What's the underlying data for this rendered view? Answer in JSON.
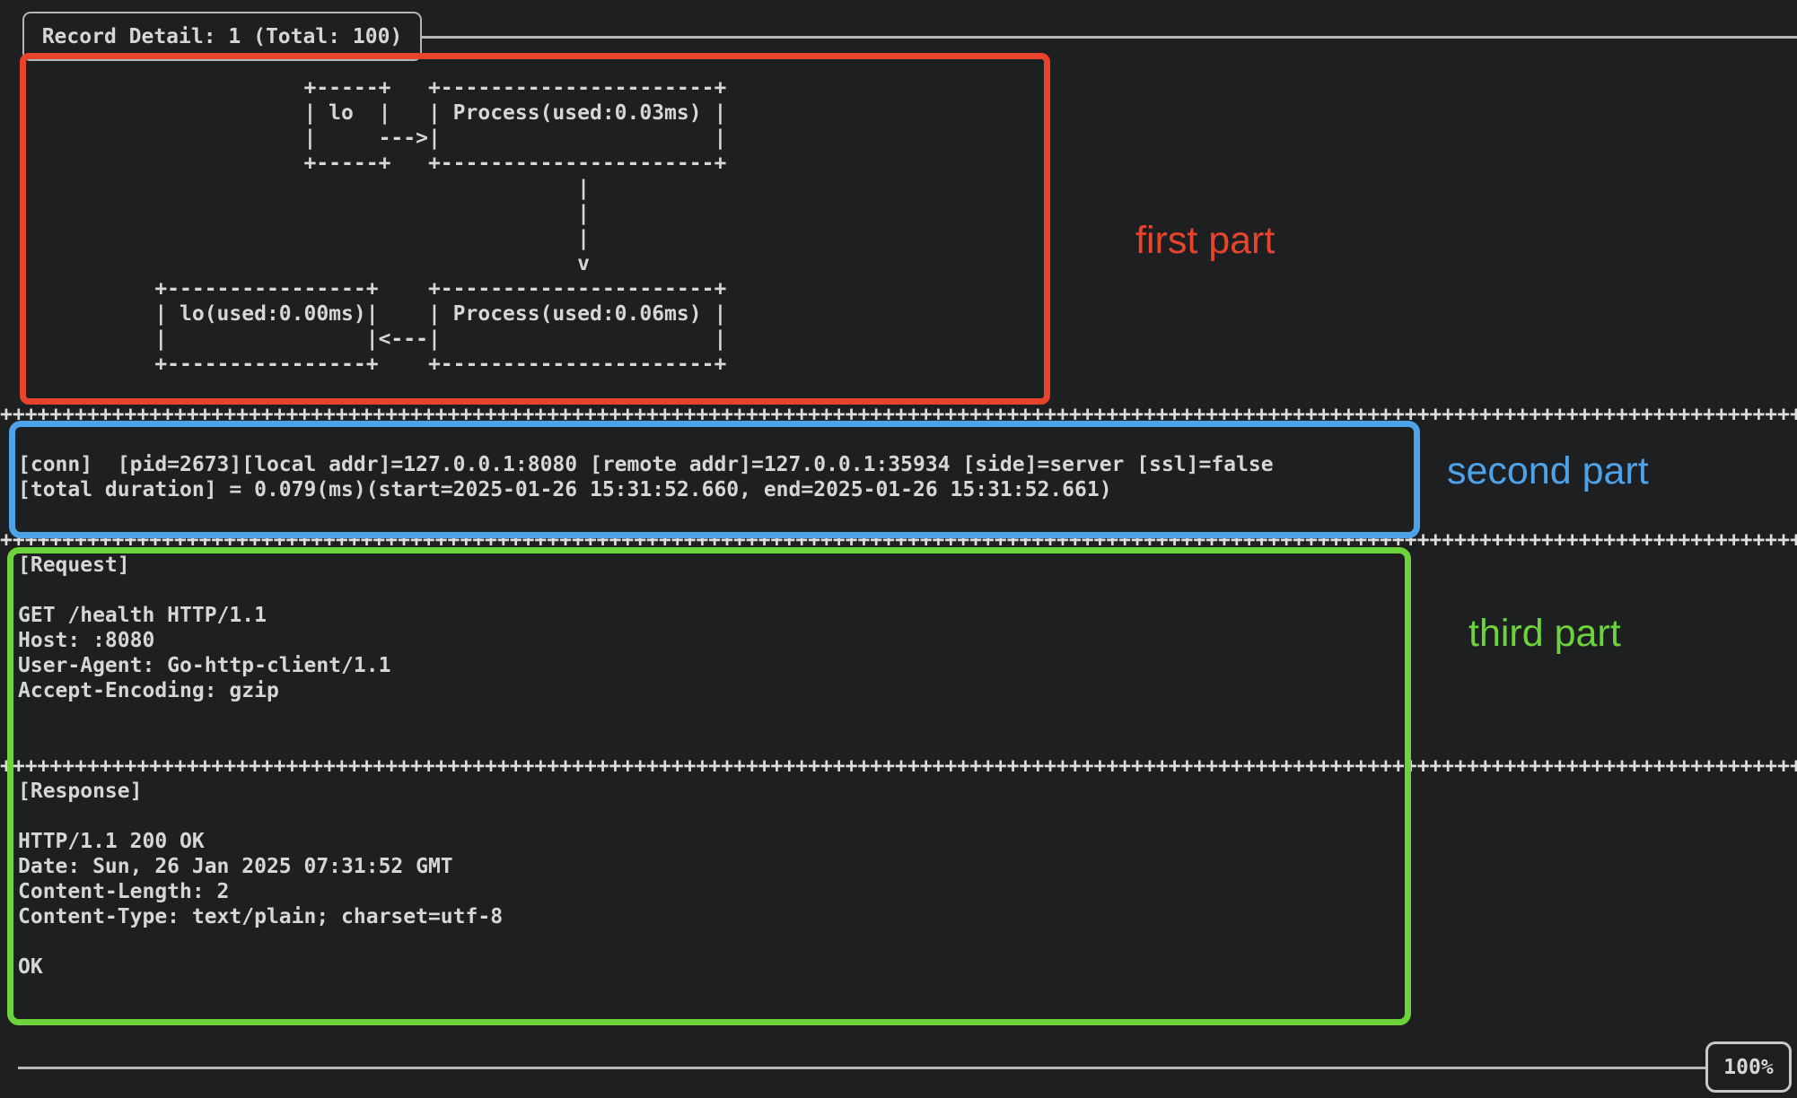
{
  "title": "Record Detail: 1 (Total: 100)",
  "colors": {
    "background": "#1e1f20",
    "terminal_text": "#d6d6d6",
    "panel_border": "#b6b6b6",
    "annotation_red": "#e8432c",
    "annotation_blue": "#4da3ea",
    "annotation_green": "#6cd43a"
  },
  "diagram": {
    "lines": [
      "                       +-----+   +----------------------+",
      "                       | lo  |   | Process(used:0.03ms) |",
      "                       |     --->|                      |",
      "                       +-----+   +----------------------+",
      "                                             |",
      "                                             |",
      "                                             |",
      "                                             v",
      "           +----------------+    +----------------------+",
      "           | lo(used:0.00ms)|    | Process(used:0.06ms) |",
      "           |                |<---|                      |",
      "           +----------------+    +----------------------+"
    ]
  },
  "connection": {
    "lines": [
      "[conn]  [pid=2673][local addr]=127.0.0.1:8080 [remote addr]=127.0.0.1:35934 [side]=server [ssl]=false",
      "[total duration] = 0.079(ms)(start=2025-01-26 15:31:52.660, end=2025-01-26 15:31:52.661)"
    ]
  },
  "request": {
    "lines": [
      "[Request]",
      "",
      "GET /health HTTP/1.1",
      "Host: :8080",
      "User-Agent: Go-http-client/1.1",
      "Accept-Encoding: gzip"
    ]
  },
  "response": {
    "lines": [
      "[Response]",
      "",
      "HTTP/1.1 200 OK",
      "Date: Sun, 26 Jan 2025 07:31:52 GMT",
      "Content-Length: 2",
      "Content-Type: text/plain; charset=utf-8",
      "",
      "OK"
    ]
  },
  "separator": {
    "char": "+",
    "repeat": 150
  },
  "annotations": {
    "first": {
      "label": "first part"
    },
    "second": {
      "label": "second part"
    },
    "third": {
      "label": "third part"
    }
  },
  "status": {
    "zoom": "100%"
  }
}
